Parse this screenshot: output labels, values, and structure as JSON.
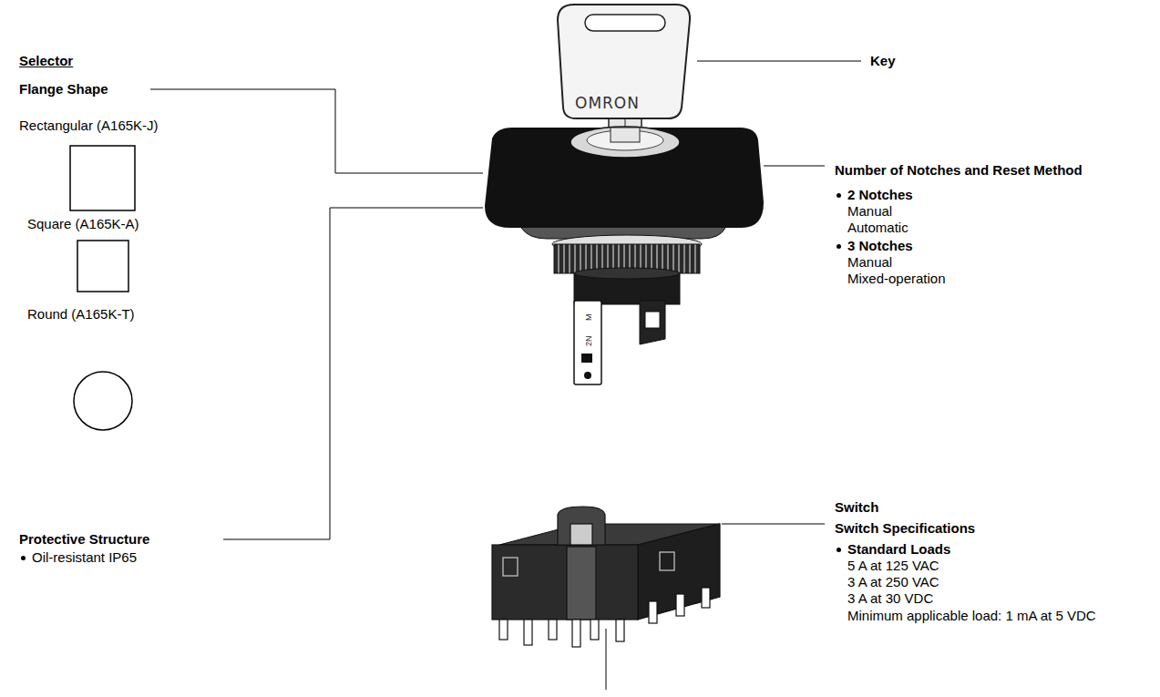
{
  "diagram": {
    "labels": [
      "Selector",
      "Flange Shape",
      "Rectangular (A165K-J)",
      "Square (A165K-A)",
      "Round (A165K-T)",
      "Protective Structure",
      "Oil-resistant IP65",
      "Key",
      "OMRON",
      "Number of Notches and Reset Method",
      "2 Notches",
      "Manual",
      "Automatic",
      "3 Notches",
      "Manual",
      "Mixed-operation",
      "Switch",
      "Switch Specifications",
      "Standard Loads",
      "5 A at 125 VAC",
      "3 A at 250 VAC",
      "3 A at 30 VDC",
      "Minimum applicable load: 1 mA at 5 VDC",
      "M",
      "2N"
    ]
  }
}
